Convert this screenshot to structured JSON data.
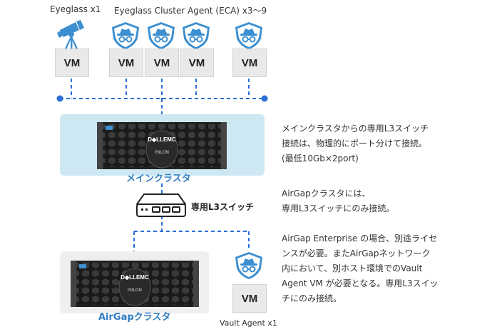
{
  "labels": {
    "eyeglass": "Eyeglass x1",
    "eca": "Eyeglass Cluster Agent (ECA) x3～9",
    "vault_agent": "Vault Agent x1"
  },
  "vm_label": "VM",
  "main_cluster": {
    "label": "メインクラスタ"
  },
  "airgap_cluster": {
    "label": "AirGapクラスタ"
  },
  "switch": {
    "label": "専用L3スイッチ"
  },
  "storage": {
    "logo_text": "D◆LLEMC",
    "model_text": "ISILON"
  },
  "descriptions": [
    {
      "lines": [
        "メインクラスタからの専用L3スイッチ",
        "接続は、物理的にポート分けて接続。",
        "(最低10Gb×2port)"
      ]
    },
    {
      "lines": [
        "AirGapクラスタには、",
        "専用L3スイッチにのみ接続。"
      ]
    },
    {
      "lines": [
        "AirGap Enterprise の場合、別途ライセ",
        "ンスが必要。またAirGapネットワーク",
        "内において、別ホスト環境でのVault",
        "Agent VM が必要となる。専用L3スイッ",
        "チにのみ接続。"
      ]
    }
  ],
  "colors": {
    "line": "#2b6fd6",
    "shield": "#3c8fd0",
    "label_blue": "#2f7dc4",
    "main_bg": "#cde8f3",
    "air_bg": "#efefef"
  },
  "icons": [
    "telescope-icon",
    "spy-shield-icon",
    "switch-icon",
    "server-icon"
  ]
}
